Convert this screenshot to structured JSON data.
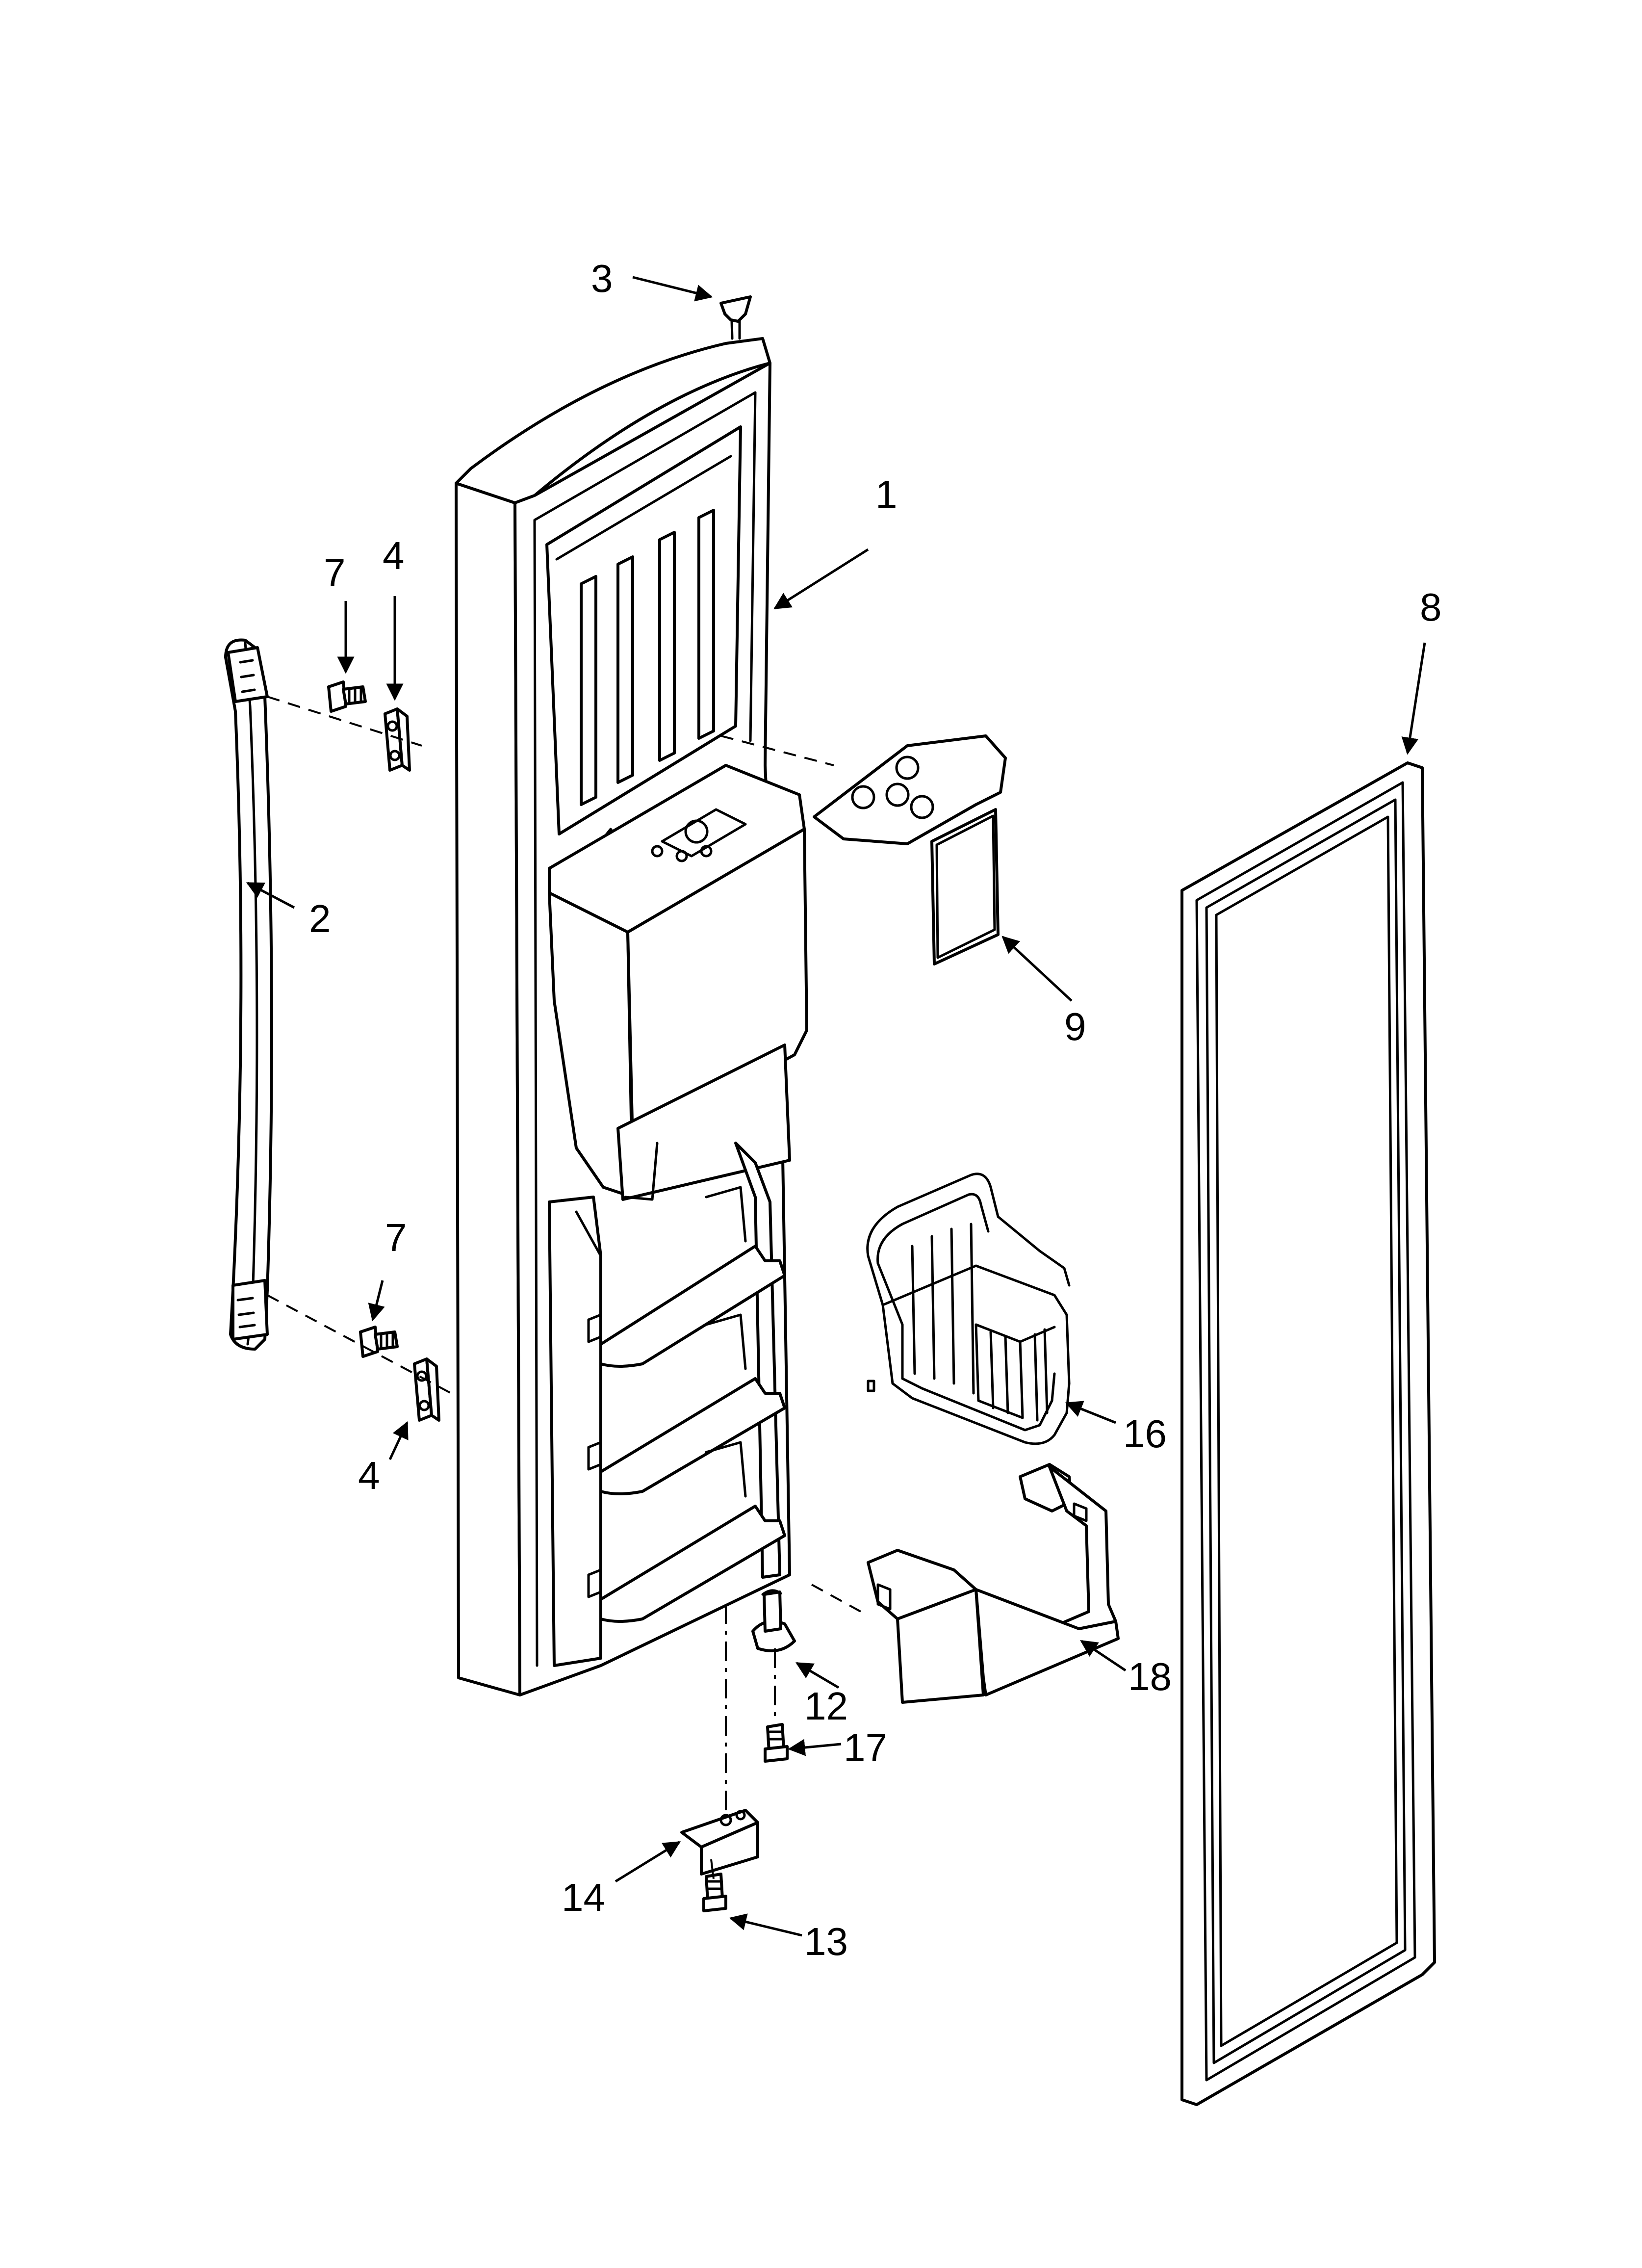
{
  "diagram": {
    "callouts": [
      {
        "id": "label-1",
        "text": "1"
      },
      {
        "id": "label-2",
        "text": "2"
      },
      {
        "id": "label-3",
        "text": "3"
      },
      {
        "id": "label-4-top",
        "text": "4"
      },
      {
        "id": "label-4-bottom",
        "text": "4"
      },
      {
        "id": "label-7-top",
        "text": "7"
      },
      {
        "id": "label-7-bottom",
        "text": "7"
      },
      {
        "id": "label-8",
        "text": "8"
      },
      {
        "id": "label-9",
        "text": "9"
      },
      {
        "id": "label-12",
        "text": "12"
      },
      {
        "id": "label-13",
        "text": "13"
      },
      {
        "id": "label-14",
        "text": "14"
      },
      {
        "id": "label-16",
        "text": "16"
      },
      {
        "id": "label-17",
        "text": "17"
      },
      {
        "id": "label-18",
        "text": "18"
      }
    ]
  }
}
